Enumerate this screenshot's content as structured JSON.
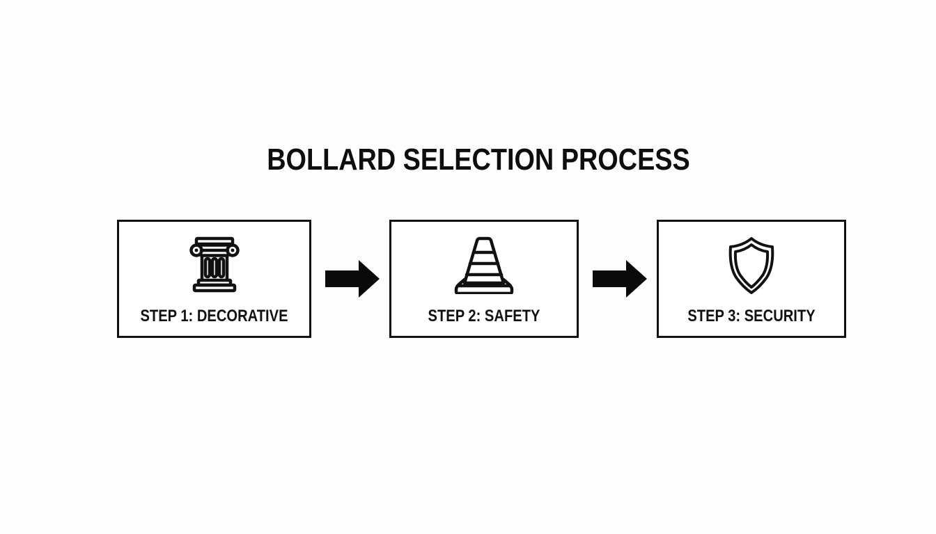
{
  "diagram": {
    "title": "BOLLARD SELECTION PROCESS",
    "steps": [
      {
        "label": "STEP 1: DECORATIVE",
        "icon": "column-icon"
      },
      {
        "label": "STEP 2: SAFETY",
        "icon": "traffic-cone-icon"
      },
      {
        "label": "STEP 3: SECURITY",
        "icon": "shield-icon"
      }
    ],
    "connectors": [
      {
        "from": 1,
        "to": 2,
        "icon": "arrow-right-icon"
      },
      {
        "from": 2,
        "to": 3,
        "icon": "arrow-right-icon"
      }
    ],
    "colors": {
      "background": "#fdfdfd",
      "stroke": "#111111",
      "box_fill": "#ffffff"
    }
  }
}
